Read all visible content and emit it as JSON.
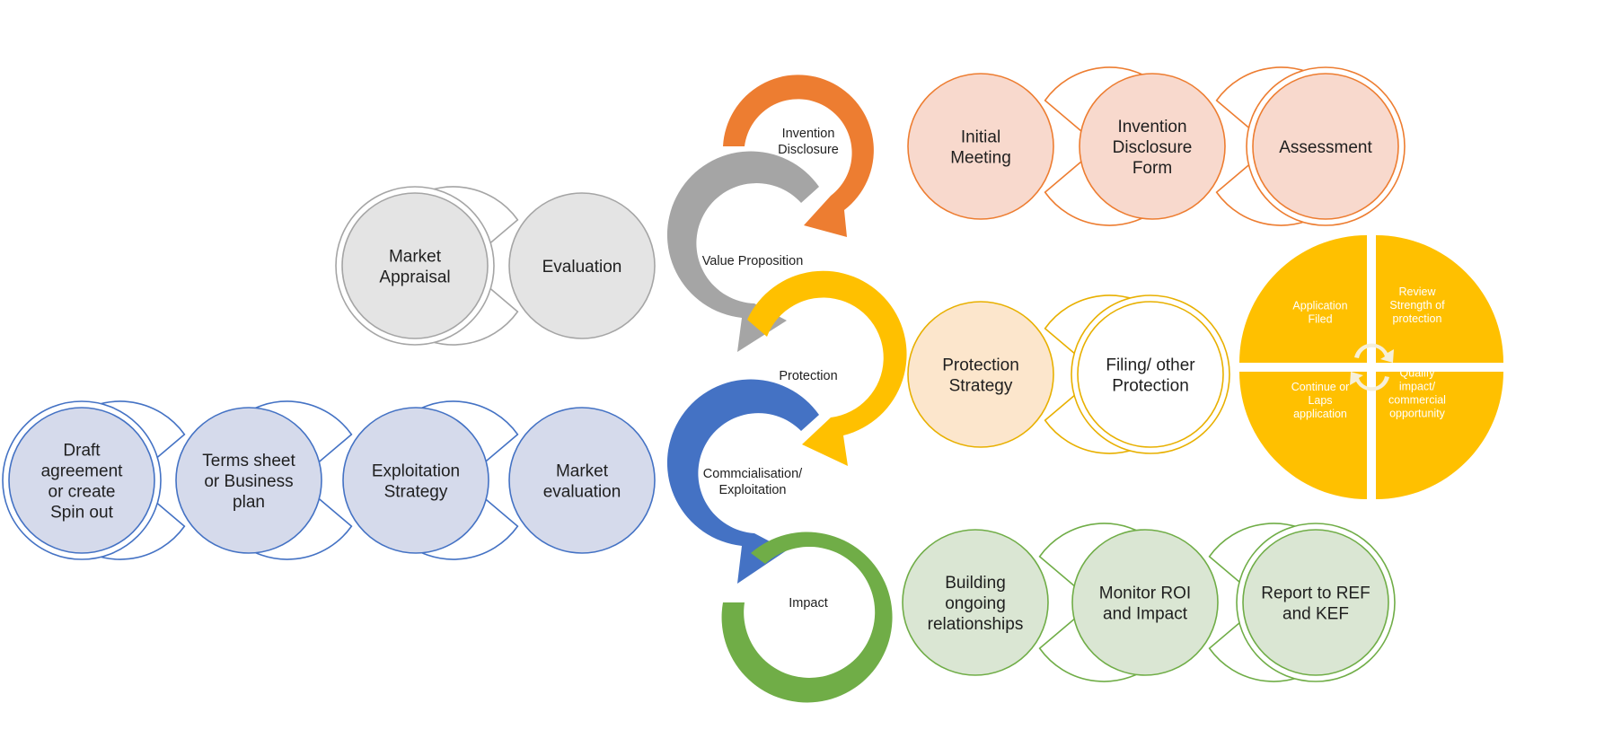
{
  "colors": {
    "orange": "#ED7D31",
    "orange_fill": "#F8D9CD",
    "grey": "#A5A5A5",
    "grey_fill": "#E4E4E4",
    "yellow": "#FFC000",
    "yellow_fill": "#FCE6CC",
    "blue": "#4472C4",
    "blue_fill": "#D5DAEB",
    "green": "#70AD47",
    "green_fill": "#DAE6D3"
  },
  "cycle": {
    "invention_disclosure": "Invention\nDisclosure",
    "value_proposition": "Value Proposition",
    "protection": "Protection",
    "commercialisation": "Commcialisation/\nExploitation",
    "impact": "Impact"
  },
  "invention_flow": [
    "Initial\nMeeting",
    "Invention\nDisclosure\nForm",
    "Assessment"
  ],
  "value_flow": [
    "Evaluation",
    "Market\nAppraisal"
  ],
  "protection_flow": [
    "Protection\nStrategy",
    "Filing/ other\nProtection"
  ],
  "protection_quadrants": [
    "Application\nFiled",
    "Review\nStrength of\nprotection",
    "Continue or\nLaps\napplication",
    "Qualify\nimpact/\ncommercial\nopportunity"
  ],
  "commercial_flow": [
    "Market\nevaluation",
    "Exploitation\nStrategy",
    "Terms sheet\nor Business\nplan",
    "Draft\nagreement\nor create\nSpin out"
  ],
  "impact_flow": [
    "Building\nongoing\nrelationships",
    "Monitor ROI\nand Impact",
    "Report to REF\nand KEF"
  ]
}
